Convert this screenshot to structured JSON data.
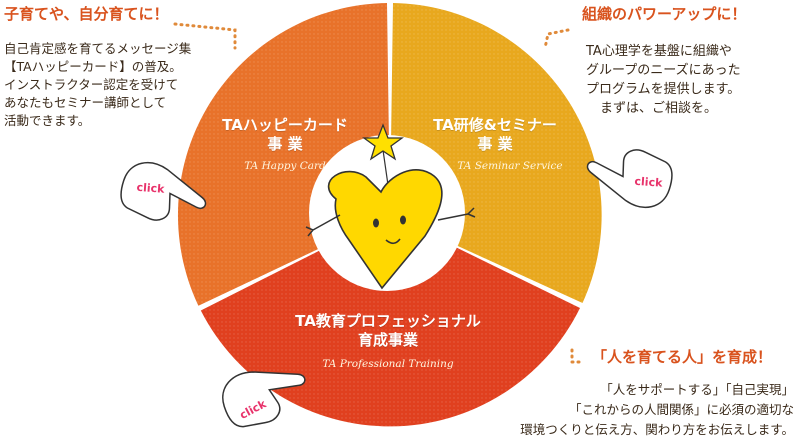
{
  "callouts": {
    "top_left": {
      "title": "子育てや、自分育てに！",
      "lines": [
        "自己肯定感を育てるメッセージ集",
        "【TAハッピーカード】の普及。",
        "インストラクター認定を受けて",
        "あなたもセミナー講師として",
        "活動できます。"
      ]
    },
    "top_right": {
      "title": "組織のパワーアップに！",
      "lines": [
        "TA心理学を基盤に組織や",
        "グループのニーズにあった",
        "プログラムを提供します。",
        "まずは、ご相談を。"
      ]
    },
    "bottom_right": {
      "title": "「人を育てる人」を育成！",
      "lines": [
        "「人をサポートする」「自己実現」",
        "「これからの人間関係」に必須の適切な",
        "環境つくりと伝え方、関わり方をお伝えします。"
      ]
    }
  },
  "segments": {
    "happy_card": {
      "title_line1": "TAハッピーカード",
      "title_line2": "事 業",
      "subtitle": "TA Happy Card",
      "color": "#e8722a"
    },
    "seminar": {
      "title_line1": "TA研修&セミナー",
      "title_line2": "事 業",
      "subtitle": "TA Seminar Service",
      "color": "#e8a81e"
    },
    "professional": {
      "title_line1": "TA教育プロフェッショナル",
      "title_line2": "育成事業",
      "subtitle": "TA Professional Training",
      "color": "#e0401f"
    }
  },
  "click_label": "click",
  "colors": {
    "accent": "#d9531e",
    "heart": "#ffd800",
    "star": "#ffe000",
    "dots": "#e08a3a"
  },
  "icons": [
    "heart-mascot-icon",
    "star-icon",
    "pointing-hand-icon"
  ]
}
